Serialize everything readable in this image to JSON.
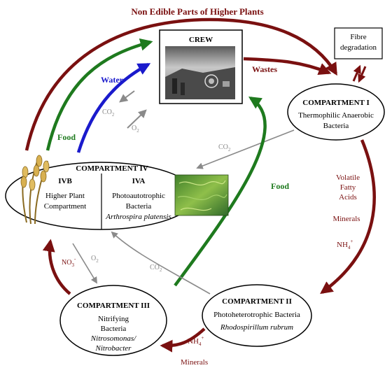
{
  "title": "Non Edible Parts of Higher Plants",
  "colors": {
    "dark_red": "#7a1010",
    "green": "#1e7a1e",
    "blue": "#1a1acc",
    "gray": "#8a8a8a"
  },
  "crew": {
    "label": "CREW",
    "photo": "crew-photo-icon"
  },
  "fibre": {
    "line1": "Fibre",
    "line2": "degradation"
  },
  "compartment_1": {
    "title": "COMPARTMENT I",
    "line1": "Thermophilic Anaerobic",
    "line2": "Bacteria"
  },
  "compartment_2": {
    "title": "COMPARTMENT II",
    "line1": "Photoheterotrophic Bacteria",
    "line2": "Rhodospirillum rubrum"
  },
  "compartment_3": {
    "title": "COMPARTMENT III",
    "line1": "Nitrifying",
    "line2": "Bacteria",
    "line3": "Nitrosomonas/",
    "line4": "Nitrobacter"
  },
  "compartment_4": {
    "title": "COMPARTMENT IV",
    "ivb_title": "IVB",
    "ivb_line1": "Higher Plant",
    "ivb_line2": "Compartment",
    "iva_title": "IVA",
    "iva_line1": "Photoautotrophic",
    "iva_line2": "Bacteria",
    "iva_line3": "Arthrospira platensis",
    "wheat": "wheat-icon",
    "algae": "algae-photo-icon"
  },
  "flows": {
    "wastes": "Wastes",
    "water": "Water",
    "food_left": "Food",
    "food_right": "Food",
    "co2": "CO",
    "o2": "O",
    "sub2": "2",
    "volatile": "Volatile",
    "fatty": "Fatty",
    "acids": "Acids",
    "minerals": "Minerals",
    "nh4": "NH",
    "nh4_sub": "4",
    "plus": "+",
    "no3": "NO",
    "no3_sub": "3",
    "minus": "-"
  }
}
